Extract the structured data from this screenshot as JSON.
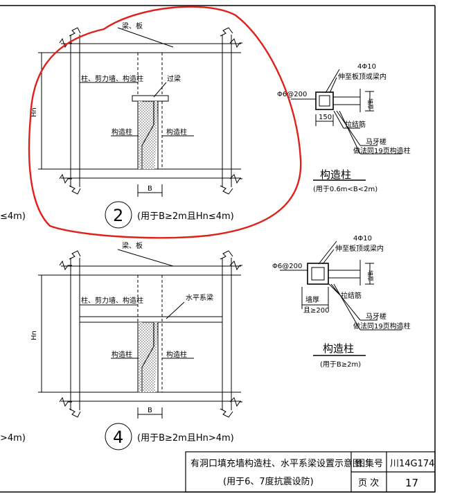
{
  "diagram2": {
    "beam_slab": "梁、板",
    "column_wall": "柱、剪力墙、构造柱",
    "lintel": "过梁",
    "col_left": "构造柱",
    "col_right": "构造柱",
    "hn": "Hn",
    "b": "B",
    "number": "2",
    "caption": "(用于B≥2m且Hn≤4m)"
  },
  "diagram4": {
    "beam_slab": "梁、板",
    "column_wall": "柱、剪力墙、构造柱",
    "tie_beam": "水平系梁",
    "col_left": "构造柱",
    "col_right": "构造柱",
    "hn": "Hn",
    "b": "B",
    "number": "4",
    "caption": "(用于B≥2m且Hn>4m)"
  },
  "left_cut": {
    "top": "≤4m)",
    "bottom": ">4m)"
  },
  "section1": {
    "rebar": "4Φ10",
    "extend": "伸至板顶或梁内",
    "stirrup": "Φ6@200",
    "wall": "墙厚",
    "width": "150",
    "tie": "拉结筋",
    "ratchet": "马牙槎",
    "ref": "做法同19页构造柱",
    "title": "构造柱",
    "subtitle": "(用于0.6m<B<2m)"
  },
  "section2": {
    "rebar": "4Φ10",
    "extend": "伸至板顶或梁内",
    "stirrup": "Φ6@200",
    "wall": "墙厚",
    "width_a": "墙厚",
    "width_b": "且≥200",
    "tie": "拉结筋",
    "ratchet": "马牙槎",
    "ref": "做法同19页构造柱",
    "title": "构造柱",
    "subtitle": "(用于B≥2m)"
  },
  "titleblock": {
    "title_line1": "有洞口填充墙构造柱、水平系梁设置示意图",
    "title_line2": "(用于6、7度抗震设防)",
    "atlas_label": "图集号",
    "atlas_no": "川14G174",
    "page_label": "页 次",
    "page_no": "17"
  },
  "colors": {
    "line": "#000000",
    "markup": "#e0201a"
  }
}
